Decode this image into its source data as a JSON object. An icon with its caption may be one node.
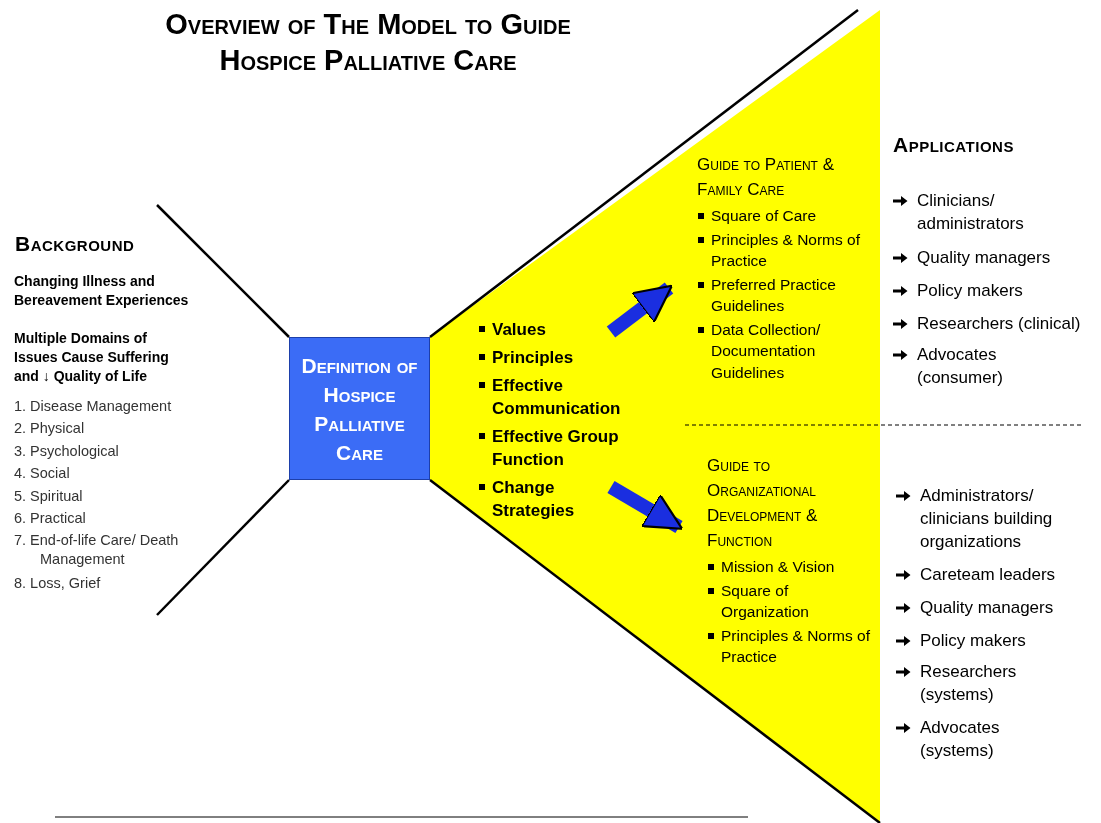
{
  "diagram": {
    "title": "Overview of The Model to Guide Hospice Palliative Care",
    "nodes": [
      {
        "text": [
          "Definition of Hospice Palliative Care"
        ]
      },
      {
        "text": [
          "Values",
          "Principles",
          "Effective Communication",
          "Effective Group Function",
          "Change Strategies"
        ]
      },
      {
        "text": [
          "Guide to Patient & Family Care",
          "Square of Care",
          "Principles & Norms of Practice",
          "Preferred Practice Guidelines",
          "Data Collection/ Documentation Guidelines"
        ]
      },
      {
        "text": [
          "Guide to Organizational Development & Function",
          "Mission & Vision",
          "Square of Organization",
          "Principles & Norms of Practice"
        ]
      }
    ],
    "edges": [
      {
        "from": 1,
        "to": 2,
        "arrow": "to"
      },
      {
        "from": 1,
        "to": 3,
        "arrow": "to"
      }
    ],
    "labels": [
      "Background",
      "Changing Illness and Bereavement Experiences",
      "Multiple Domains of Issues Cause Suffering and ↓ Quality of Life",
      "1. Disease Management",
      "2. Physical",
      "3. Psychological",
      "4. Social",
      "5. Spiritual",
      "6. Practical",
      "7. End-of-life Care/ Death Management",
      "8. Loss, Grief",
      "Applications",
      "Clinicians/ administrators",
      "Quality managers",
      "Policy makers",
      "Researchers (clinical)",
      "Advocates (consumer)",
      "Administrators/ clinicians building organizations",
      "Careteam leaders",
      "Quality managers",
      "Policy makers",
      "Researchers (systems)",
      "Advocates (systems)"
    ]
  }
}
